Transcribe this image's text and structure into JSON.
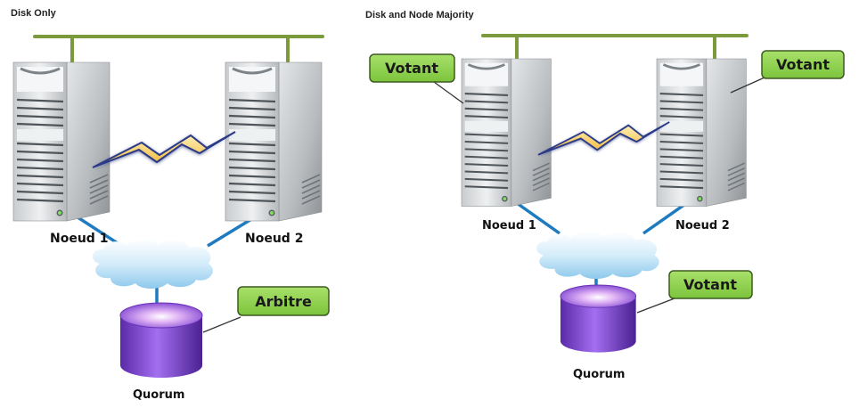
{
  "panels": [
    {
      "title": "Disk Only",
      "nodes": [
        {
          "label": "Noeud 1"
        },
        {
          "label": "Noeud 2"
        }
      ],
      "quorum": {
        "label": "Quorum",
        "role": "Arbitre"
      },
      "node_roles": []
    },
    {
      "title": "Disk and Node Majority",
      "nodes": [
        {
          "label": "Noeud 1",
          "role": "Votant"
        },
        {
          "label": "Noeud 2",
          "role": "Votant"
        }
      ],
      "quorum": {
        "label": "Quorum",
        "role": "Votant"
      }
    }
  ],
  "colors": {
    "bus": "#7b9a3c",
    "network_link": "#1f7bc0",
    "callout_fill": "#8fd14f",
    "callout_border": "#3e5a22",
    "disk": "#7a45c8",
    "cloud": "#bfe0f5",
    "lightning": "#f6cf58"
  }
}
